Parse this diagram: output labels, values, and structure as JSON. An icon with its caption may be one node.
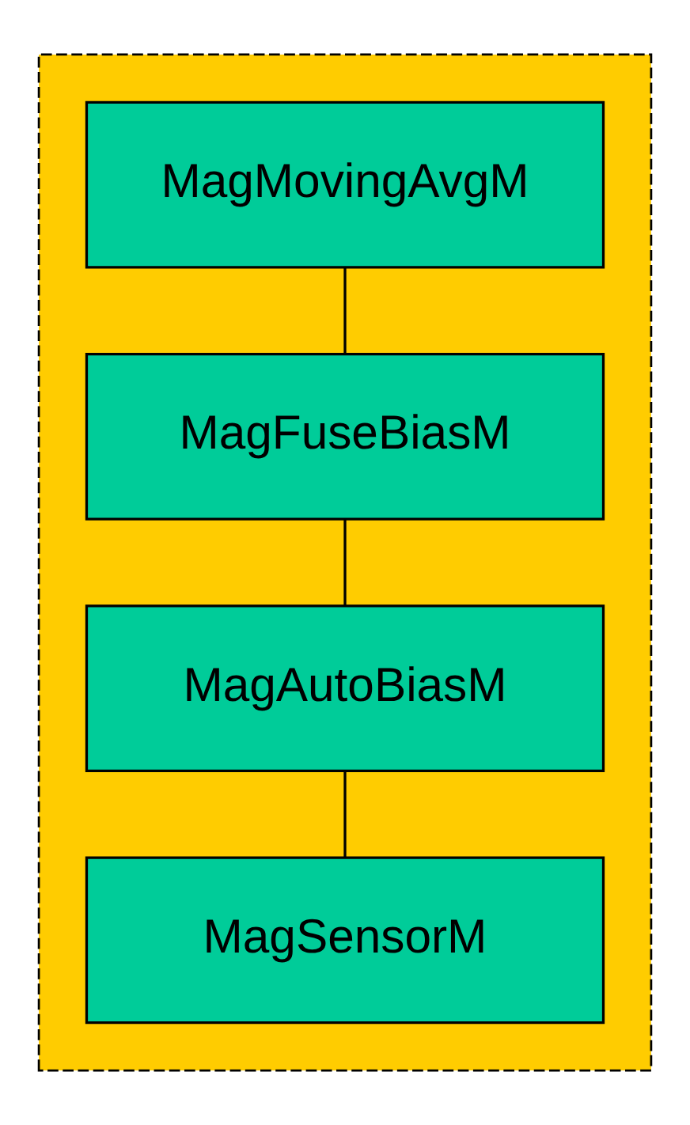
{
  "diagram": {
    "nodes": [
      {
        "text": [],
        "shape": "box"
      },
      {
        "text": [
          "MagMovingAvgM"
        ],
        "in": 0
      },
      {
        "text": [
          "MagFuseBiasM"
        ],
        "in": 0
      },
      {
        "text": [
          "MagAutoBiasM"
        ],
        "in": 0
      },
      {
        "text": [
          "MagSensorM"
        ],
        "in": 0
      }
    ],
    "edges": [
      {
        "from": 1,
        "to": 2,
        "arrow": "none"
      },
      {
        "from": 2,
        "to": 3,
        "arrow": "none"
      },
      {
        "from": 3,
        "to": 4,
        "arrow": "none"
      }
    ]
  }
}
